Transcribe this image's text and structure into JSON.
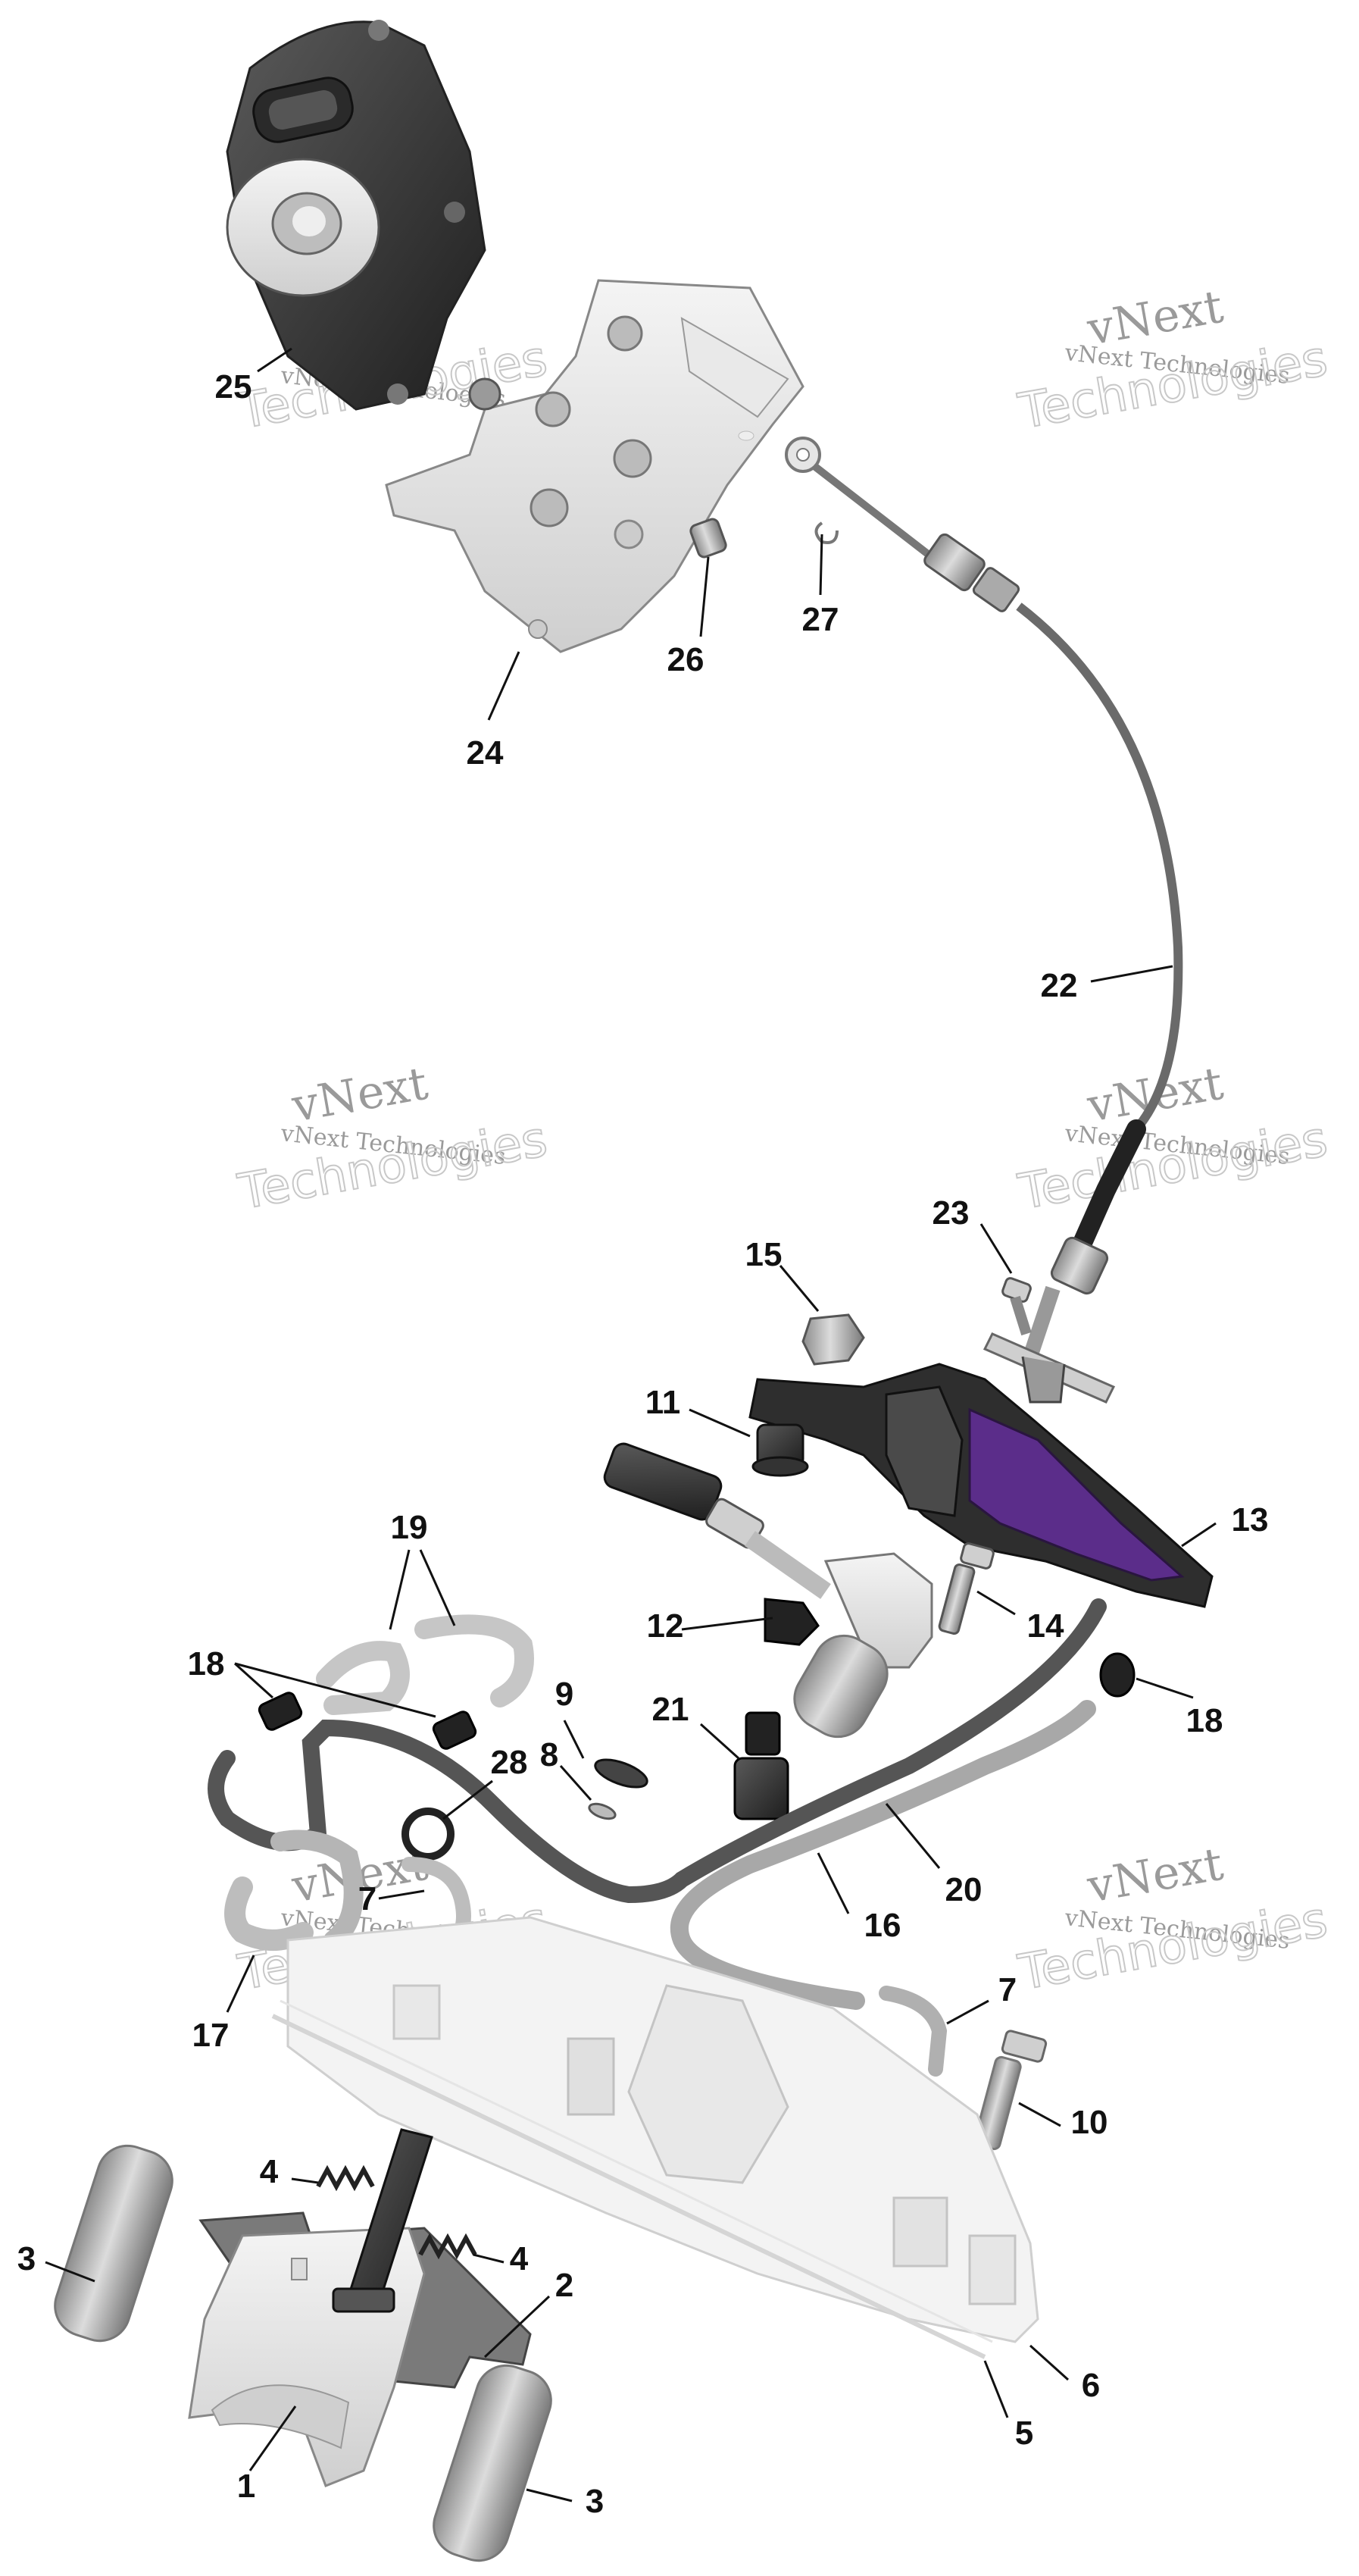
{
  "watermark": {
    "brand": "vNext",
    "line": "vNext Technologies",
    "big": "Technologies"
  },
  "callouts": {
    "c1": "1",
    "c2": "2",
    "c3a": "3",
    "c3b": "3",
    "c4a": "4",
    "c4b": "4",
    "c5": "5",
    "c6": "6",
    "c7a": "7",
    "c7b": "7",
    "c8": "8",
    "c9": "9",
    "c10": "10",
    "c11": "11",
    "c12": "12",
    "c13": "13",
    "c14": "14",
    "c15": "15",
    "c16": "16",
    "c17": "17",
    "c18a": "18",
    "c18b": "18",
    "c19": "19",
    "c20": "20",
    "c21": "21",
    "c22": "22",
    "c23": "23",
    "c24": "24",
    "c25": "25",
    "c26": "26",
    "c27": "27",
    "c28": "28"
  },
  "colors": {
    "part_light": "#d9d9d9",
    "part_mid": "#9c9c9c",
    "part_dark": "#3a3a3a",
    "accent_purple": "#5b2d8a"
  }
}
